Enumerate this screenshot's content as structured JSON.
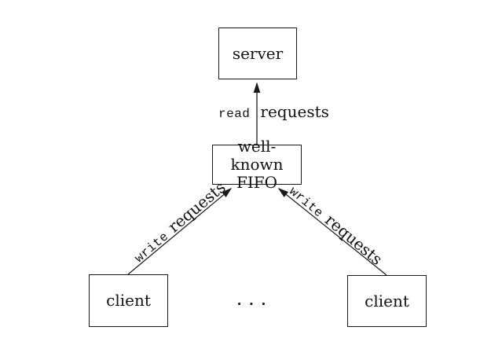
{
  "diagram": {
    "colors": {
      "line": "#1a1a1a",
      "background": "#ffffff",
      "text": "#111111"
    },
    "nodes": {
      "server": {
        "label": "server"
      },
      "fifo": {
        "line1": "well-known",
        "line2": "FIFO"
      },
      "client_left": {
        "label": "client"
      },
      "client_right": {
        "label": "client"
      },
      "ellipsis": "..."
    },
    "edges": {
      "read": {
        "code": "read",
        "rest": "requests"
      },
      "write_left": {
        "code": "write",
        "rest": "requests"
      },
      "write_right": {
        "code": "write",
        "rest": "requests"
      }
    }
  }
}
